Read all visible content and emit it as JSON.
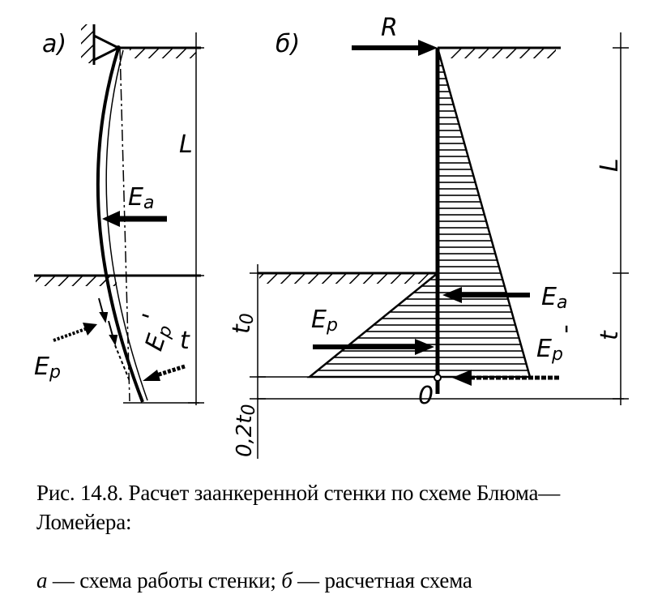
{
  "panels": {
    "a": {
      "tag": "а)",
      "labels": {
        "L": "L",
        "t": "t",
        "Ea": "E",
        "Ea_sub": "a",
        "Ep": "E",
        "Ep_sub": "p",
        "Ep_prime": "E",
        "Ep_prime_sub": "p",
        "Ep_prime_mark": "'"
      }
    },
    "b": {
      "tag": "б)",
      "labels": {
        "R": "R",
        "L": "L",
        "t": "t",
        "t0": "t",
        "t0_sub": "0",
        "t02": "0,2t",
        "t02_sub": "0",
        "O": "0",
        "Ea": "E",
        "Ea_sub": "a",
        "Ep": "E",
        "Ep_sub": "p",
        "Ep_prime": "E",
        "Ep_prime_sub": "p",
        "Ep_prime_mark": "'"
      }
    }
  },
  "caption": {
    "figure_number": "Рис. 14.8.",
    "title": "Расчет заанкеренной стенки по схеме Блюма—Ломейера:",
    "legend_a_key": "а",
    "legend_a_text": " — схема работы стенки; ",
    "legend_b_key": "б",
    "legend_b_text": " — расчетная схема"
  }
}
